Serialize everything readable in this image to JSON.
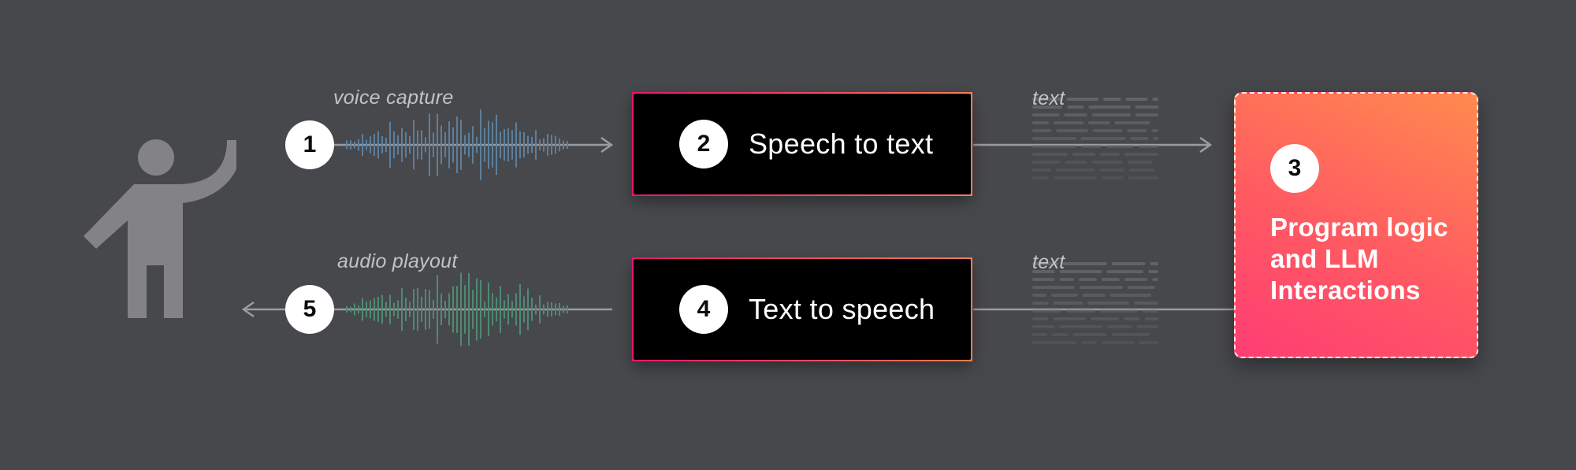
{
  "diagram": {
    "steps": [
      {
        "number": "1",
        "caption": "voice capture"
      },
      {
        "number": "2",
        "label": "Speech to text"
      },
      {
        "number": "3",
        "label": "Program logic and LLM Interactions"
      },
      {
        "number": "4",
        "label": "Text to speech"
      },
      {
        "number": "5",
        "caption": "audio playout"
      }
    ],
    "text_caption_top": "text",
    "text_caption_bottom": "text",
    "colors": {
      "background": "#47484c",
      "voice_wave": "#5c7f9c",
      "playout_wave": "#4f8a72",
      "arrow": "#9b9ca0",
      "accent_gradient": [
        "#ff3d74",
        "#ff8a4e"
      ]
    },
    "icons": [
      "person-waving-icon",
      "audio-waveform-icon",
      "text-lines-icon",
      "arrow-right-icon",
      "arrow-left-icon"
    ]
  }
}
